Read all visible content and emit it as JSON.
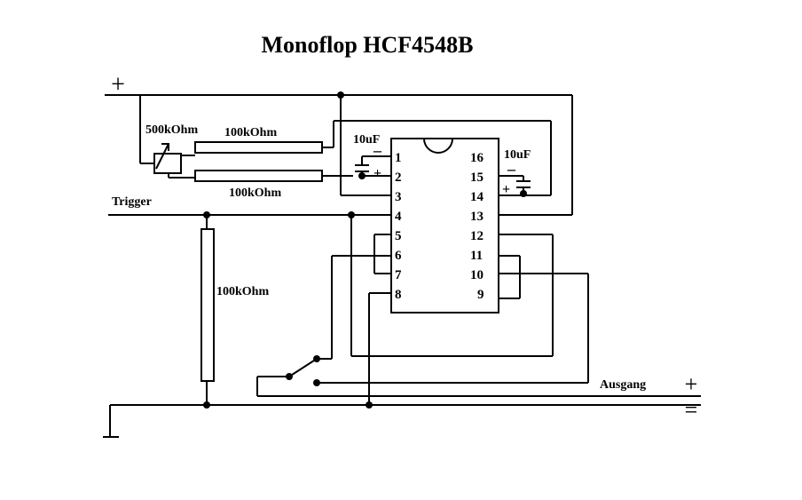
{
  "title": "Monoflop HCF4548B",
  "labels": {
    "pot": "500kOhm",
    "r_top": "100kOhm",
    "r_bottom": "100kOhm",
    "r_vertical": "100kOhm",
    "cap_left": "10uF",
    "cap_right": "10uF",
    "trigger": "Trigger",
    "output": "Ausgang",
    "plus_left": "+",
    "plus_right": "+",
    "ground_right": "=",
    "cap_left_plus": "+",
    "cap_left_minus": "–",
    "cap_right_plus": "+",
    "cap_right_minus": "–"
  },
  "ic": {
    "left_pins": [
      "1",
      "2",
      "3",
      "4",
      "5",
      "6",
      "7",
      "8"
    ],
    "right_pins": [
      "16",
      "15",
      "14",
      "13",
      "12",
      "11",
      "10",
      "9"
    ]
  }
}
